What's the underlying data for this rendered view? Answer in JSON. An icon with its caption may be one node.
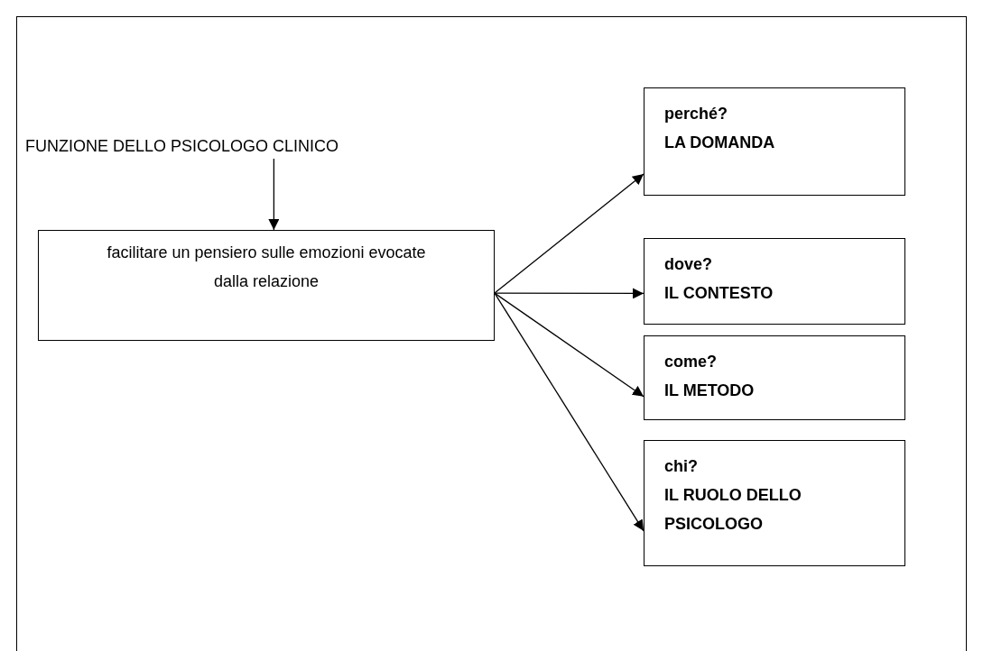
{
  "diagram": {
    "nodes": [
      {
        "text": [
          "FUNZIONE DELLO PSICOLOGO CLINICO"
        ]
      },
      {
        "text": [
          "facilitare un pensiero sulle emozioni evocate dalla relazione"
        ]
      },
      {
        "text": [
          "perché?",
          "LA DOMANDA"
        ]
      },
      {
        "text": [
          "dove?",
          "IL CONTESTO"
        ]
      },
      {
        "text": [
          "come?",
          "IL METODO"
        ]
      },
      {
        "text": [
          "chi?",
          "IL RUOLO DELLO PSICOLOGO"
        ]
      }
    ],
    "edges": [
      {
        "from": 0,
        "to": 1,
        "arrow": "to"
      },
      {
        "from": 1,
        "to": 2,
        "arrow": "to"
      },
      {
        "from": 1,
        "to": 3,
        "arrow": "to"
      },
      {
        "from": 1,
        "to": 4,
        "arrow": "to"
      },
      {
        "from": 1,
        "to": 5,
        "arrow": "to"
      }
    ]
  }
}
